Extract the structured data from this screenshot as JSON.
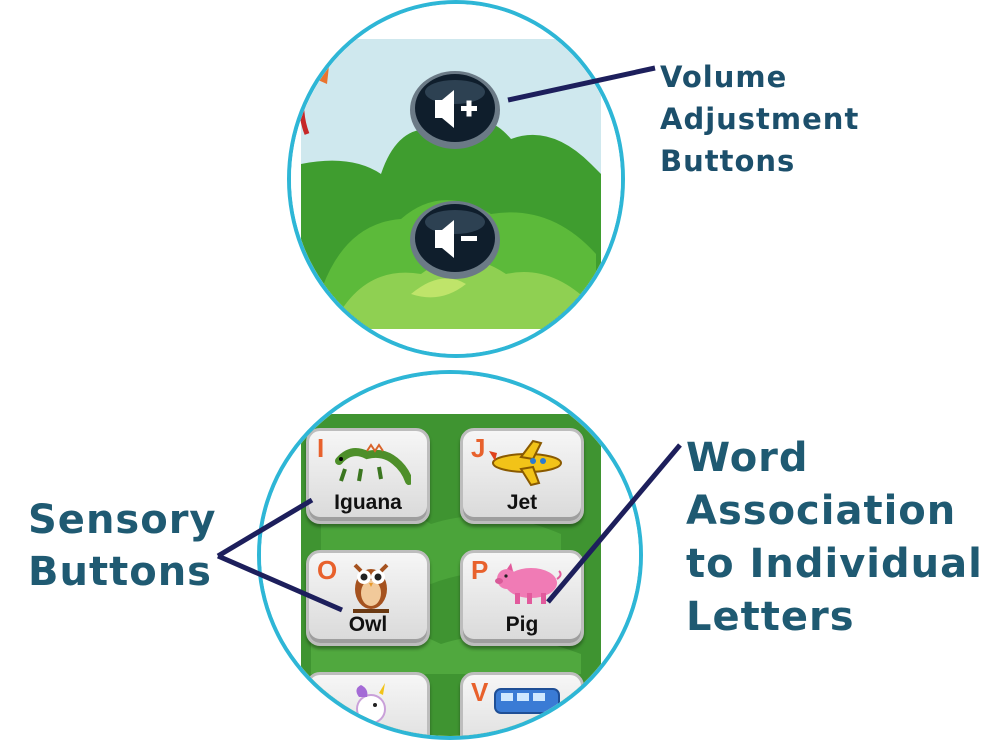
{
  "top_callout": {
    "lines": [
      "Volume",
      "Adjustment",
      "Buttons"
    ]
  },
  "left_callout": {
    "lines": [
      "Sensory",
      "Buttons"
    ]
  },
  "right_callout": {
    "lines": [
      "Word",
      "Association",
      "to Individual",
      "Letters"
    ]
  },
  "buttons": {
    "volume_up_icon": "speaker-plus-icon",
    "volume_down_icon": "speaker-minus-icon"
  },
  "cards": [
    {
      "letter": "I",
      "word": "Iguana",
      "icon": "iguana-icon"
    },
    {
      "letter": "J",
      "word": "Jet",
      "icon": "airplane-icon"
    },
    {
      "letter": "O",
      "word": "Owl",
      "icon": "owl-icon"
    },
    {
      "letter": "P",
      "word": "Pig",
      "icon": "pig-icon"
    },
    {
      "letter": "",
      "word": "",
      "icon": "unicorn-icon"
    },
    {
      "letter": "V",
      "word": "",
      "icon": "van-icon"
    }
  ],
  "colors": {
    "callout_text": "#1f5a72",
    "lens_border": "#2eb6d6",
    "pointer_line": "#1d1f5c",
    "letter": "#e8612c"
  }
}
